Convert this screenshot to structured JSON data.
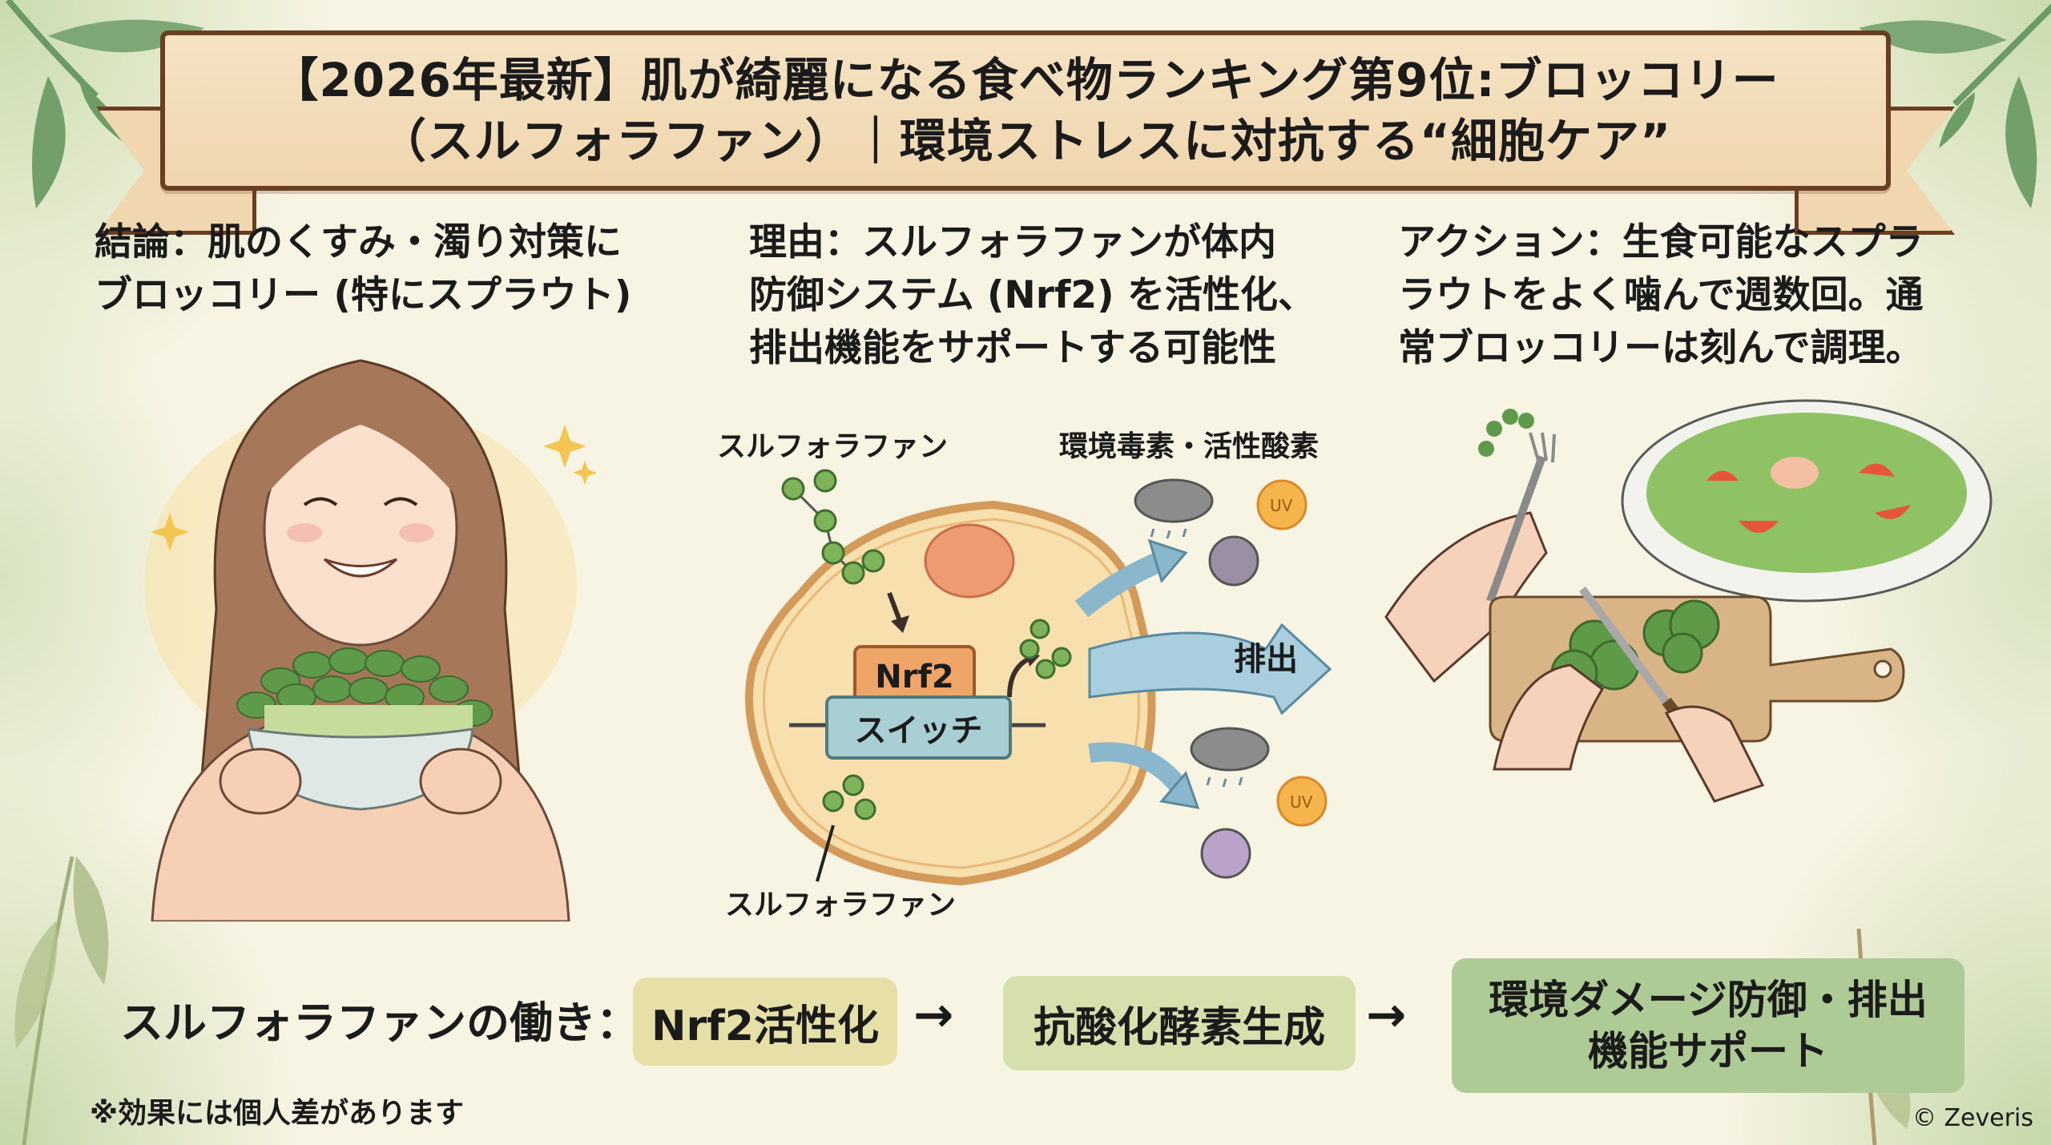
{
  "title": {
    "line1": "【2026年最新】肌が綺麗になる食べ物ランキング第9位:ブロッコリー",
    "line2": "（スルフォラファン）｜環境ストレスに対抗する“細胞ケア”"
  },
  "columns": {
    "conclusion": {
      "lines": [
        "結論：肌のくすみ・濁り対策に",
        "ブロッコリー (特にスプラウト)"
      ]
    },
    "reason": {
      "lines": [
        "理由：スルフォラファンが体内",
        "防御システム (Nrf2) を活性化、",
        "排出機能をサポートする可能性"
      ]
    },
    "action": {
      "lines": [
        "アクション：生食可能なスプラ",
        "ラウトをよく噛んで週数回。通",
        "常ブロッコリーは刻んで調理。"
      ]
    }
  },
  "diagram": {
    "label_top_molecule": "スルフォラファン",
    "label_threats": "環境毒素・活性酸素",
    "nrf2": "Nrf2",
    "switch": "スイッチ",
    "excrete": "排出",
    "label_bottom_molecule": "スルフォラファン",
    "uv_label": "UV"
  },
  "flow": {
    "label": "スルフォラファンの働き：",
    "steps": [
      "Nrf2活性化",
      "抗酸化酵素生成"
    ],
    "final_lines": [
      "環境ダメージ防御・排出",
      "機能サポート"
    ],
    "arrow": "→"
  },
  "footer": {
    "note": "※効果には個人差があります",
    "copyright": "© Zeveris"
  },
  "colors": {
    "background": "#f8f4e4",
    "banner": "#f0d7b0",
    "banner_border": "#6b3e22",
    "nrf2": "#efa468",
    "switch": "#a8cfd3",
    "pill1": "#e6e0a8",
    "pill2": "#d5e0ad",
    "pill3": "#aecb95"
  }
}
